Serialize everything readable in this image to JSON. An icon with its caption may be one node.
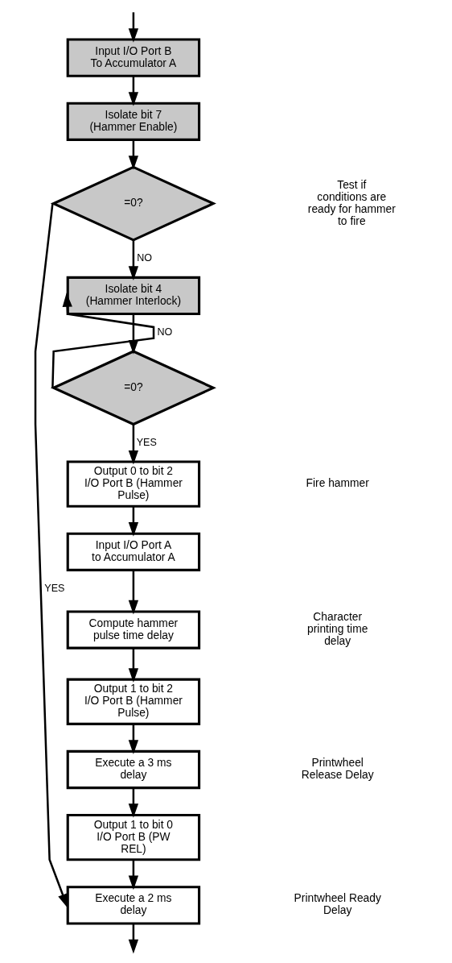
{
  "diagram": {
    "nodes": [
      {
        "text": [
          "Input I/O Port B To Accumulator A"
        ]
      },
      {
        "text": [
          "Isolate bit 7 (Hammer Enable)"
        ]
      },
      {
        "text": [
          "=0?"
        ]
      },
      {
        "text": [
          "Isolate bit 4 (Hammer Interlock)"
        ]
      },
      {
        "text": [
          "=0?"
        ]
      },
      {
        "text": [
          "Output 0 to bit 2 I/O Port B (Hammer Pulse)"
        ]
      },
      {
        "text": [
          "Input I/O Port A to Accumulator A"
        ]
      },
      {
        "text": [
          "Compute hammer pulse time delay"
        ]
      },
      {
        "text": [
          "Output 1 to bit 2 I/O Port B (Hammer Pulse)"
        ]
      },
      {
        "text": [
          "Execute a 3 ms delay"
        ]
      },
      {
        "text": [
          "Output 1 to bit 0 I/O Port B (PW REL)"
        ]
      },
      {
        "text": [
          "Execute a 2 ms delay"
        ]
      }
    ],
    "edges": [
      {
        "from": null,
        "to": 0,
        "arrow": "to"
      },
      {
        "from": 0,
        "to": 1,
        "arrow": "to"
      },
      {
        "from": 1,
        "to": 2,
        "arrow": "to"
      },
      {
        "from": 2,
        "to": 11,
        "arrow": "to",
        "label": "YES"
      },
      {
        "from": 2,
        "to": 3,
        "arrow": "to",
        "label": "NO"
      },
      {
        "from": 3,
        "to": 4,
        "arrow": "to"
      },
      {
        "from": 4,
        "to": 3,
        "arrow": "to",
        "label": "NO"
      },
      {
        "from": 4,
        "to": 5,
        "arrow": "to",
        "label": "YES"
      },
      {
        "from": 5,
        "to": 6,
        "arrow": "to"
      },
      {
        "from": 6,
        "to": 7,
        "arrow": "to"
      },
      {
        "from": 7,
        "to": 8,
        "arrow": "to"
      },
      {
        "from": 8,
        "to": 9,
        "arrow": "to"
      },
      {
        "from": 9,
        "to": 10,
        "arrow": "to"
      },
      {
        "from": 10,
        "to": 11,
        "arrow": "to"
      },
      {
        "from": 11,
        "to": null,
        "arrow": "to"
      }
    ],
    "labels": [
      "Test if conditions are ready for hammer to fire",
      "Fire hammer",
      "Character printing time delay",
      "Printwheel Release Delay",
      "Printwheel Ready Delay"
    ]
  }
}
